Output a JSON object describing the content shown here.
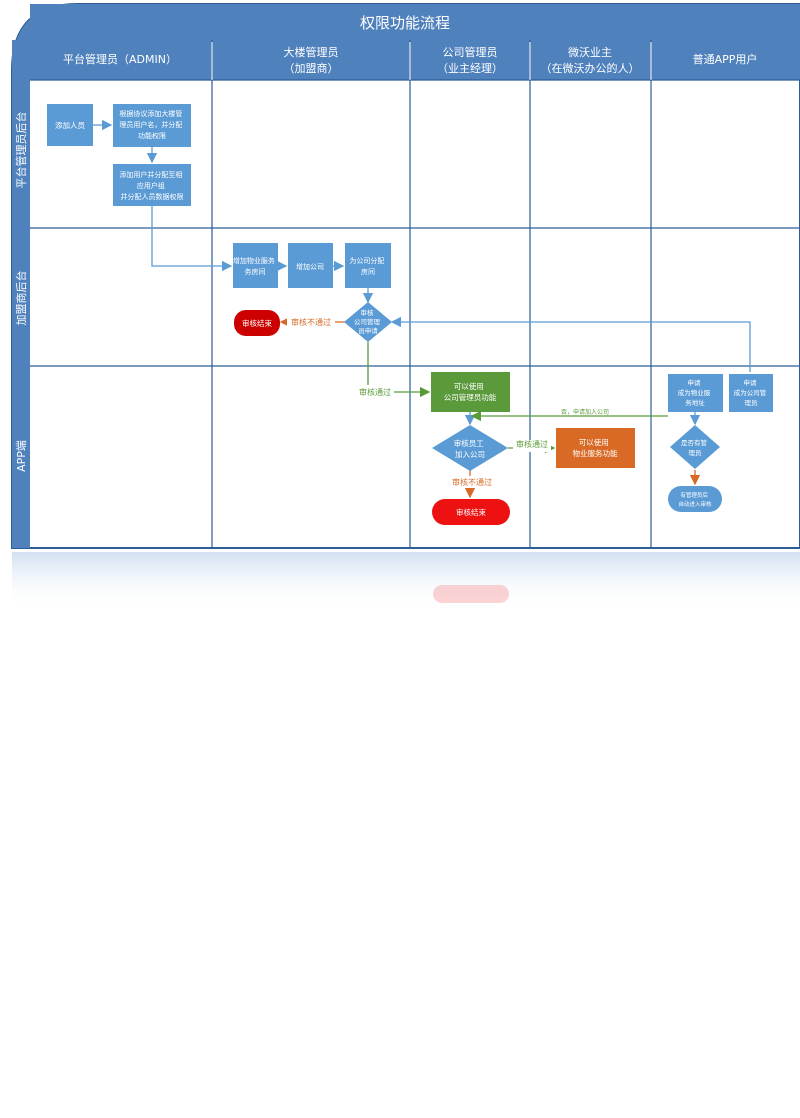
{
  "title": "权限功能流程",
  "columns": [
    {
      "line1": "平台管理员（ADMIN）",
      "line2": ""
    },
    {
      "line1": "大楼管理员",
      "line2": "（加盟商）"
    },
    {
      "line1": "公司管理员",
      "line2": "（业主经理）"
    },
    {
      "line1": "微沃业主",
      "line2": "（在微沃办公的人）"
    },
    {
      "line1": "普通APP用户",
      "line2": ""
    }
  ],
  "lanes": [
    "平台管理员后台",
    "加盟商后台",
    "APP端"
  ],
  "nodes": {
    "add_member": [
      "添加人员"
    ],
    "create_building_account": [
      "根据协议添加大楼管",
      "理员用户名，并分配",
      "功能权限"
    ],
    "add_user_group": [
      "添加用户并分配至相",
      "应用户组",
      "并分配人员数据权限"
    ],
    "add_property_service": [
      "增加物业服务",
      "务房间"
    ],
    "add_company": [
      "增加公司"
    ],
    "assign_rooms": [
      "为公司分配",
      "房间"
    ],
    "review_decision": [
      "审核",
      "公司管理",
      "员申请"
    ],
    "review_end_1": [
      "审核结束"
    ],
    "company_admin_function": [
      "可以使用",
      "公司管理员功能"
    ],
    "review_employee": [
      "审核员工",
      "加入公司"
    ],
    "employee_function": [
      "可以使用",
      "物业服务功能"
    ],
    "review_end_2": [
      "审核结束"
    ],
    "apply_property": [
      "申请",
      "成为物业服",
      "务地址"
    ],
    "apply_company_admin": [
      "申请",
      "成为公司管",
      "理员"
    ],
    "is_company_admin": [
      "是否有管",
      "理员"
    ],
    "auto_join": [
      "有管理员后",
      "自动进入审核"
    ]
  },
  "edge_labels": {
    "rejected_1": "审核不通过",
    "approved_1": "审核通过",
    "approved_2": "审核通过",
    "rejected_2": "审核不通过",
    "apply_join": "否，申请加入公司"
  },
  "colors": {
    "header": "#4f81bd",
    "border": "#2e5c97",
    "box": "#5b9bd5",
    "green": "#5a9a3a",
    "orange": "#d86a26",
    "red": "#ee1111",
    "grid": "#c9d7ea"
  }
}
